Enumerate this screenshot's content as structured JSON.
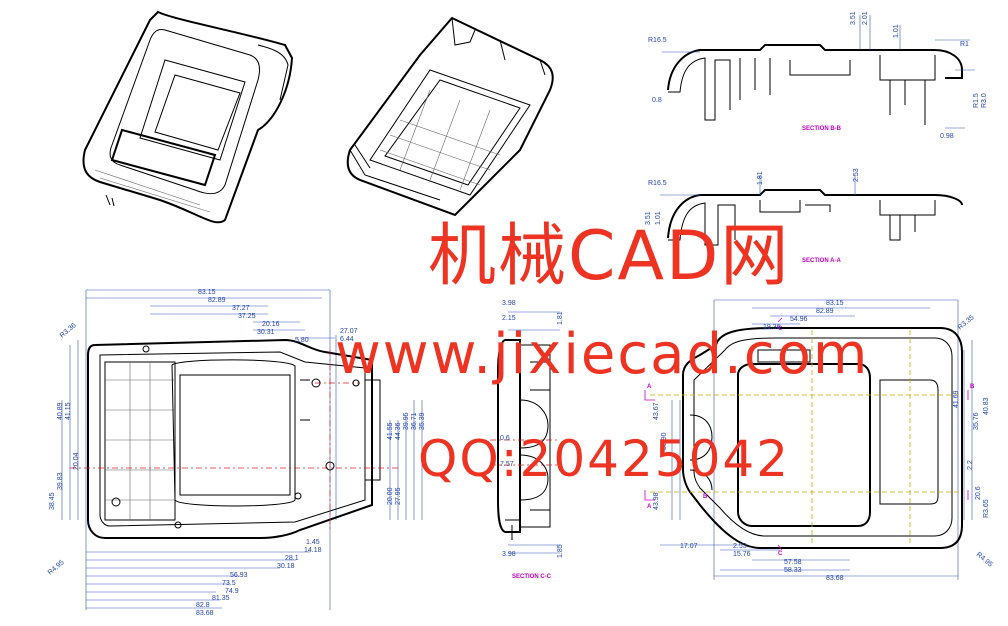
{
  "watermark": {
    "title": "机械CAD网",
    "url": "www.jixiecad.com",
    "qq": "QQ:20425042"
  },
  "section_labels": {
    "bb": "SECTION B-B",
    "aa": "SECTION A-A",
    "cc": "SECTION C-C"
  },
  "view_markers": {
    "a": "A",
    "b": "B",
    "c": "C"
  },
  "dims_section_bb": [
    "R16.5",
    "3.51",
    "2.01",
    "1.01",
    "R1",
    "0.8",
    "0.98",
    "R1.5",
    "R3.0"
  ],
  "dims_section_aa": [
    "R16.5",
    "1.81",
    "2.53",
    "3.51",
    "1.01"
  ],
  "dims_left_view": [
    "83.15",
    "82.89",
    "37.27",
    "37.25",
    "20.16",
    "30.31",
    "27.07",
    "5.80",
    "6.44",
    "R3.36",
    "40.89",
    "41.15",
    "20.04",
    "39.83",
    "38.45",
    "R4.95",
    "41.55",
    "44.36",
    "39.95",
    "20.00",
    "27.95",
    "36.71",
    "35.39",
    "1.45",
    "14.18",
    "28.1",
    "30.18",
    "56.93",
    "73.5",
    "74.9",
    "81.35",
    "82.8",
    "83.68"
  ],
  "dims_section_cc": [
    "3.98",
    "2.15",
    "1.81",
    "0.6",
    "7.57",
    "3.98",
    "1.85"
  ],
  "dims_right_view": [
    "83.15",
    "82.89",
    "54.96",
    "19.36",
    "R3.35",
    "43.67",
    "33.90",
    "41.69",
    "40.83",
    "35.76",
    "2.2",
    "43.98",
    "20.6",
    "R4.95",
    "R3.65",
    "17.07",
    "2.53",
    "15.76",
    "57.58",
    "58.33",
    "83.68"
  ]
}
